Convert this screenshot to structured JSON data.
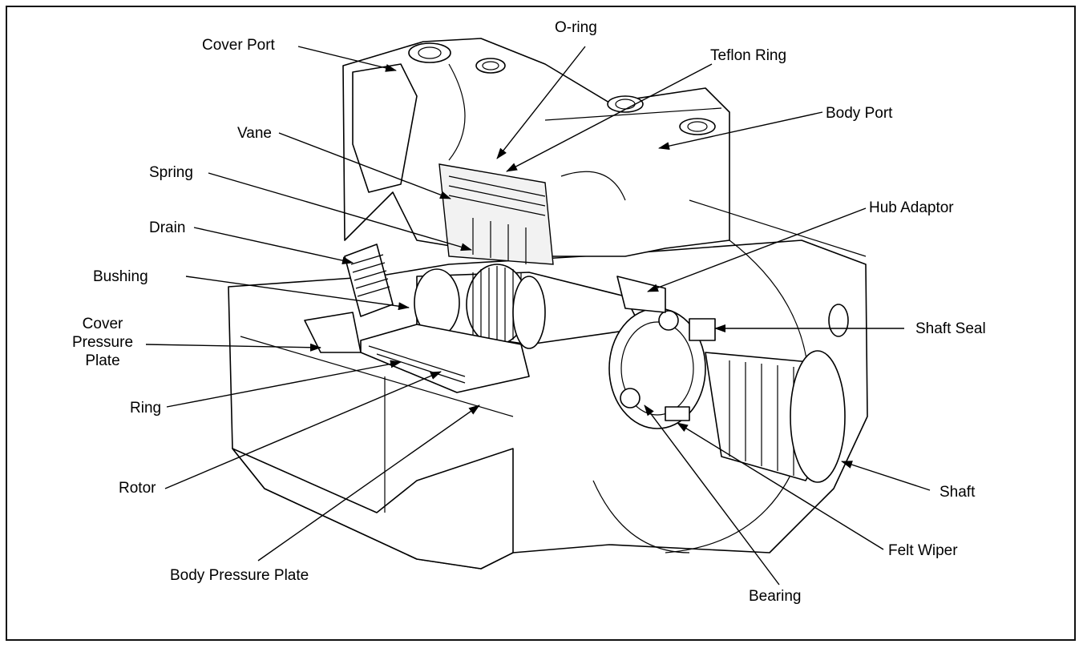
{
  "diagram": {
    "labels": {
      "cover_port": "Cover Port",
      "o_ring": "O-ring",
      "teflon_ring": "Teflon Ring",
      "body_port": "Body Port",
      "vane": "Vane",
      "spring": "Spring",
      "hub_adaptor": "Hub Adaptor",
      "drain": "Drain",
      "bushing": "Bushing",
      "shaft_seal": "Shaft Seal",
      "cover_pressure_plate_1": "Cover",
      "cover_pressure_plate_2": "Pressure",
      "cover_pressure_plate_3": "Plate",
      "ring": "Ring",
      "rotor": "Rotor",
      "shaft": "Shaft",
      "felt_wiper": "Felt Wiper",
      "body_pressure_plate": "Body Pressure Plate",
      "bearing": "Bearing"
    },
    "colors": {
      "line": "#000000",
      "background": "#ffffff"
    }
  }
}
